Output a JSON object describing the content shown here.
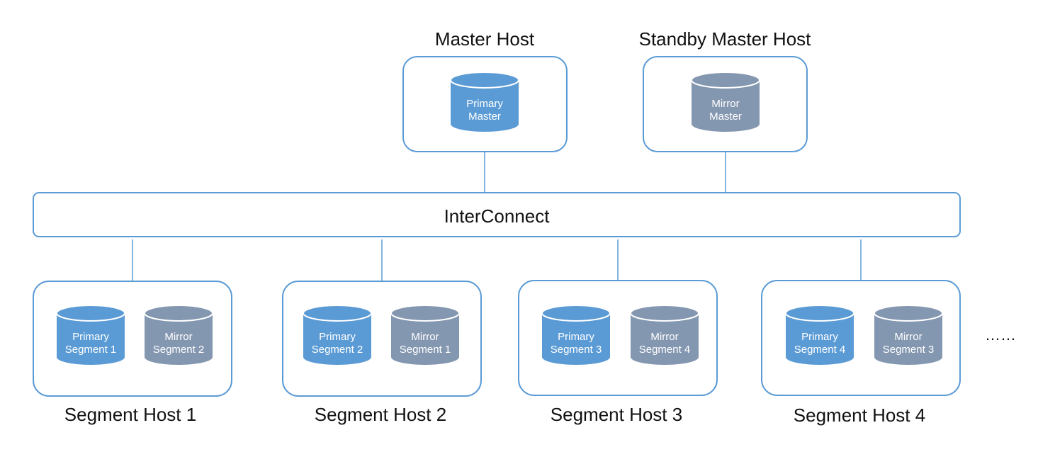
{
  "colors": {
    "box_stroke": "#5b9bd5",
    "line": "#5b9bd5",
    "primary_db": "#5b9bd5",
    "mirror_db": "#8497b0",
    "db_top": "#ffffff"
  },
  "master_hosts": [
    {
      "title": "Master Host",
      "db": {
        "role": "primary",
        "line1": "Primary",
        "line2": "Master"
      }
    },
    {
      "title": "Standby Master Host",
      "db": {
        "role": "mirror",
        "line1": "Mirror",
        "line2": "Master"
      }
    }
  ],
  "interconnect": {
    "label": "InterConnect"
  },
  "segment_hosts": [
    {
      "title": "Segment Host 1",
      "dbs": [
        {
          "role": "primary",
          "line1": "Primary",
          "line2": "Segment 1"
        },
        {
          "role": "mirror",
          "line1": "Mirror",
          "line2": "Segment 2"
        }
      ]
    },
    {
      "title": "Segment Host 2",
      "dbs": [
        {
          "role": "primary",
          "line1": "Primary",
          "line2": "Segment 2"
        },
        {
          "role": "mirror",
          "line1": "Mirror",
          "line2": "Segment 1"
        }
      ]
    },
    {
      "title": "Segment Host 3",
      "dbs": [
        {
          "role": "primary",
          "line1": "Primary",
          "line2": "Segment 3"
        },
        {
          "role": "mirror",
          "line1": "Mirror",
          "line2": "Segment 4"
        }
      ]
    },
    {
      "title": "Segment Host 4",
      "dbs": [
        {
          "role": "primary",
          "line1": "Primary",
          "line2": "Segment 4"
        },
        {
          "role": "mirror",
          "line1": "Mirror",
          "line2": "Segment 3"
        }
      ]
    }
  ],
  "more_indicator": "……"
}
